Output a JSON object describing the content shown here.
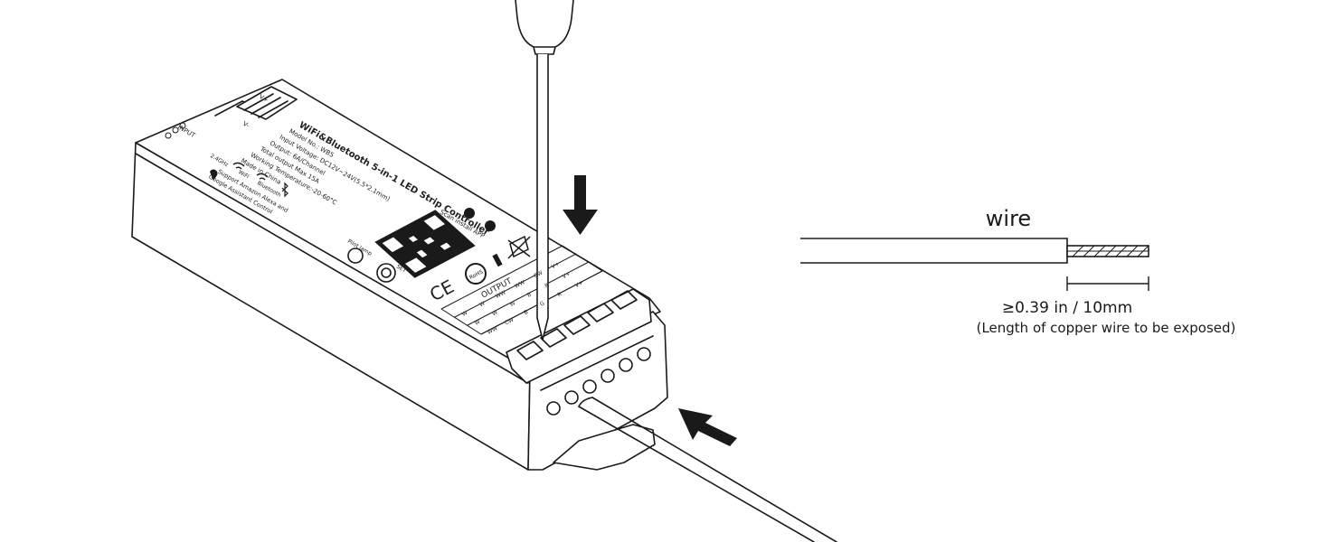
{
  "device": {
    "title": "WiFi&Bluetooth 5-in-1 LED Strip Controller",
    "model": "Model No.: WB5",
    "input_voltage": "Input Voltage: DC12V~24V(5.5*2.1mm)",
    "output": "Output: 6A/Channel",
    "total_output": "Total output Max 15A",
    "working_temp": "Working Temperature:-20-60°C",
    "made_in": "Made in China",
    "wifi_band": "2.4GHz",
    "wifi_label": "WiFi",
    "bluetooth_label": "Bluetooth",
    "alexa_line1": "Support Amazon Alexa and",
    "alexa_line2": "Google Assistant Control",
    "scan_label": "Scan install APP",
    "pilot_lamp": "Pilot lamp",
    "set_label": "SET",
    "input_label": "INPUT",
    "vplus": "V+",
    "vminus": "V-",
    "output_label": "OUTPUT",
    "ce_mark": "CE",
    "rohs_mark": "RoHS",
    "output_rows": {
      "row1": [
        "W",
        "W",
        "WW",
        "WW",
        "CW",
        "V+"
      ],
      "row2": [
        "W",
        "W",
        "W",
        "B",
        "R",
        "V+"
      ],
      "row3": [
        "WW",
        "CW",
        "B",
        "G",
        "R",
        "V+"
      ]
    }
  },
  "wire_diagram": {
    "title": "wire",
    "dimension": "≥0.39 in / 10mm",
    "note": "(Length of copper wire to be exposed)"
  },
  "icons": {
    "down_arrow": "arrow-down-icon",
    "insert_arrow": "arrow-up-left-icon",
    "screwdriver": "screwdriver-icon"
  },
  "colors": {
    "line": "#1a1a1a",
    "fill": "#ffffff"
  }
}
